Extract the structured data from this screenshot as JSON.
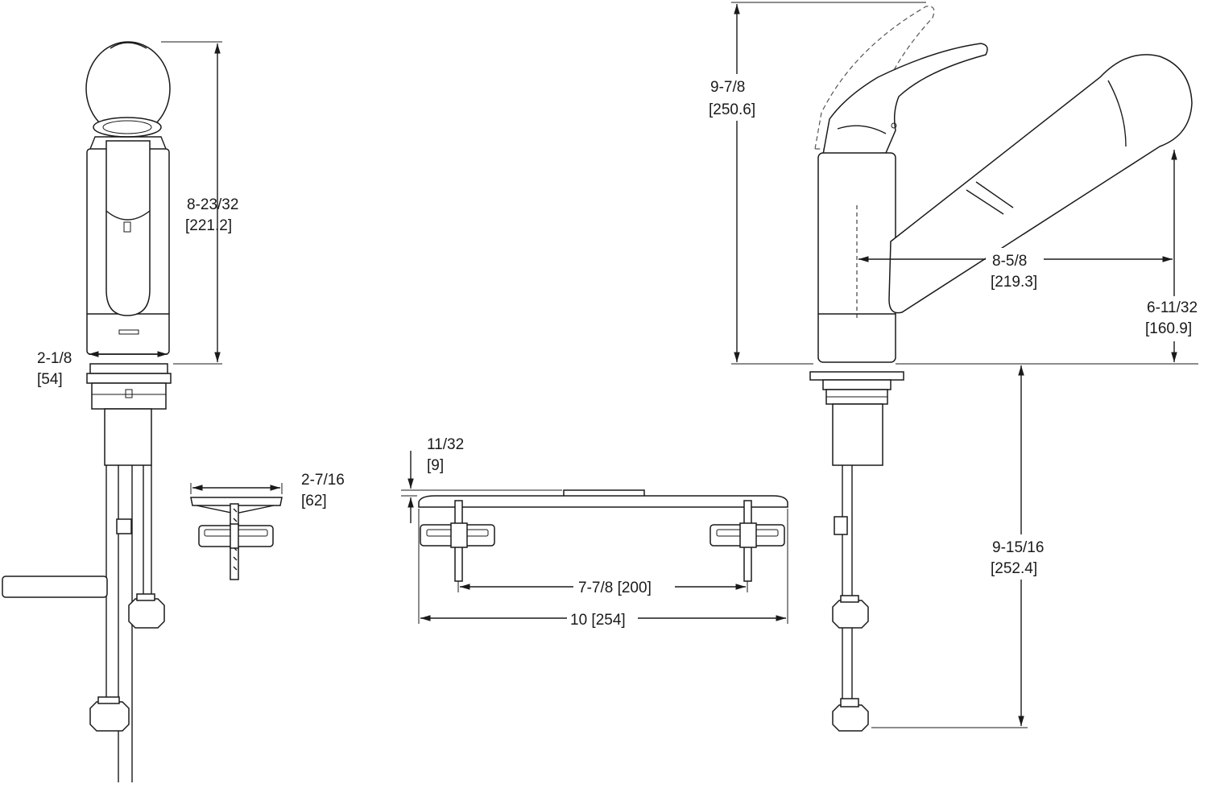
{
  "dimensions": {
    "front_height": {
      "imperial": "8-23/32",
      "metric": "[221.2]"
    },
    "front_width": {
      "imperial": "2-1/8",
      "metric": "[54]"
    },
    "side_total_height": {
      "imperial": "9-7/8",
      "metric": "[250.6]"
    },
    "spout_reach": {
      "imperial": "8-5/8",
      "metric": "[219.3]"
    },
    "spout_height": {
      "imperial": "6-11/32",
      "metric": "[160.9]"
    },
    "below_deck": {
      "imperial": "9-15/16",
      "metric": "[252.4]"
    },
    "escutcheon_width": {
      "imperial": "2-7/16",
      "metric": "[62]"
    },
    "plate_thickness": {
      "imperial": "11/32",
      "metric": "[9]"
    },
    "mount_centers": {
      "label": "7-7/8  [200]"
    },
    "plate_length": {
      "label": "10  [254]"
    }
  },
  "colors": {
    "line": "#1a1a1a",
    "background": "#ffffff"
  }
}
